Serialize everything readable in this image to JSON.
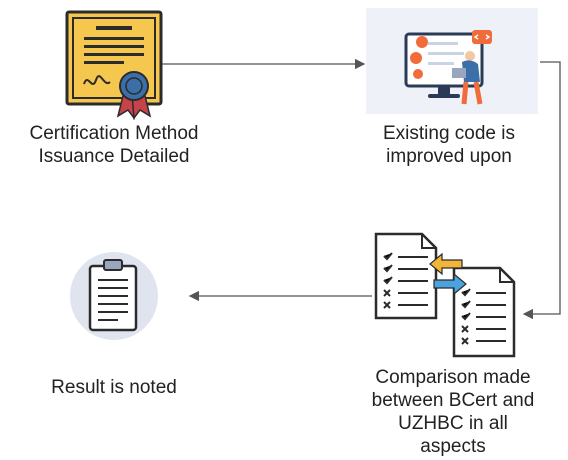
{
  "steps": [
    {
      "id": "certificate",
      "icon": "certificate-icon",
      "label_lines": [
        "Certification Method",
        "Issuance Detailed"
      ]
    },
    {
      "id": "code",
      "icon": "developer-screen-icon",
      "label_lines": [
        "Existing code is",
        "improved upon"
      ]
    },
    {
      "id": "compare",
      "icon": "compare-documents-icon",
      "label_lines": [
        "Comparison made",
        "between BCert and",
        "UZHBC in all",
        "aspects"
      ]
    },
    {
      "id": "result",
      "icon": "clipboard-icon",
      "label_lines": [
        "Result is noted"
      ]
    }
  ],
  "colors": {
    "certificate_paper": "#f6c74e",
    "outline": "#2b2b2b",
    "seal": "#3b6fa8",
    "ribbon": "#c8424a",
    "screen_panel": "#eef2f8",
    "accent_orange": "#f26b3a",
    "clipboard_bg": "#dfe4ee",
    "arrow_yellow": "#f2b53a",
    "arrow_blue": "#4aa3df",
    "connector": "#555555"
  }
}
